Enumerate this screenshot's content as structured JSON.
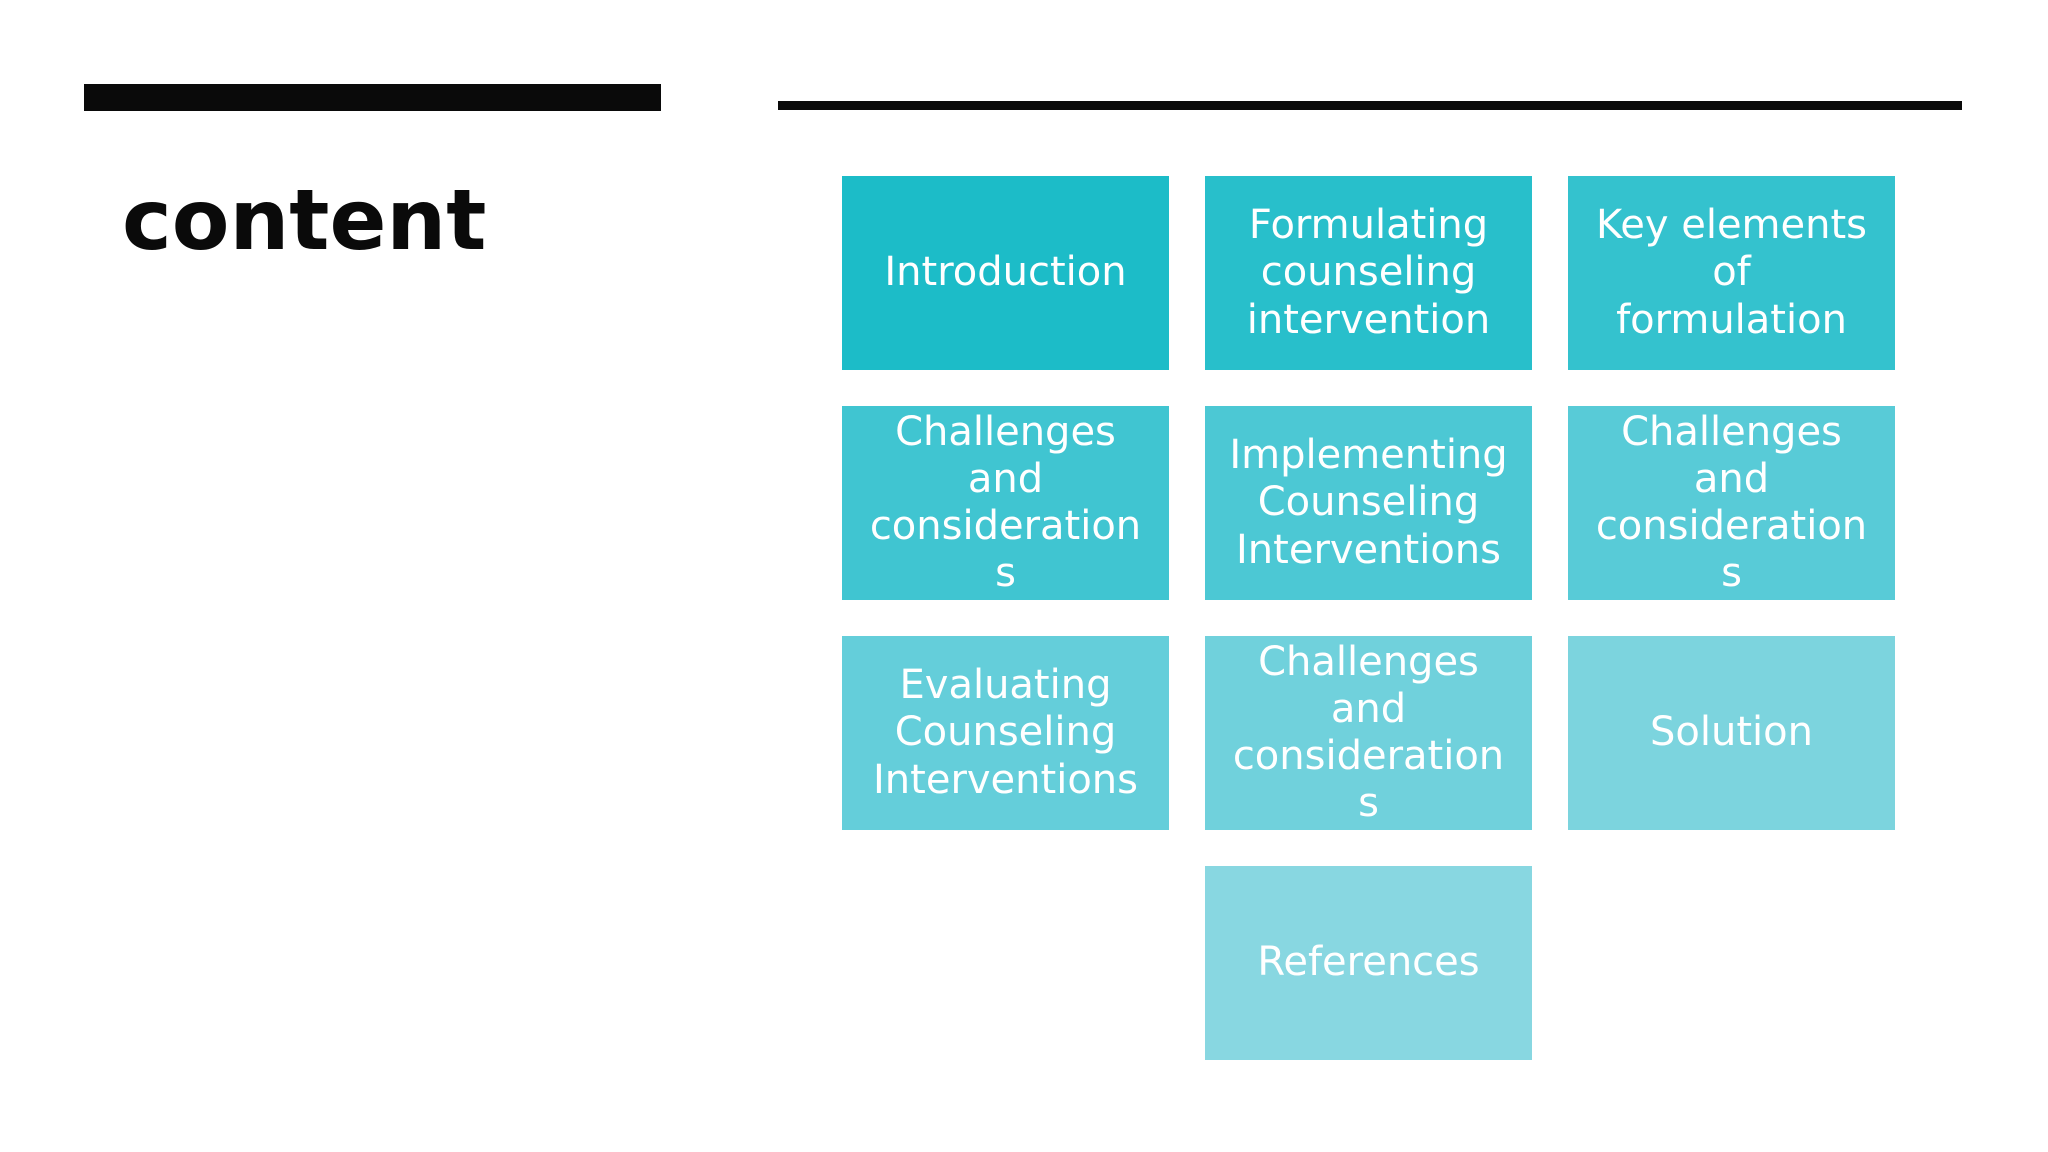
{
  "slide": {
    "title": "content",
    "colors": {
      "background": "#ffffff",
      "accent": "#0a0a0a",
      "box_text": "#ffffff"
    },
    "decor": {
      "accent_bar": "title-underline-bar",
      "header_rule": "horizontal-rule"
    },
    "toc": {
      "boxes": [
        {
          "label": "Introduction",
          "color": "#1CBCC8"
        },
        {
          "label": "Formulating\ncounseling\nintervention",
          "color": "#28BFCB"
        },
        {
          "label": "Key elements\nof\nformulation",
          "color": "#34C2CE"
        },
        {
          "label": "Challenges\nand\nconsideration\ns",
          "color": "#40C5D1"
        },
        {
          "label": "Implementing\nCounseling\nInterventions",
          "color": "#4CC8D4"
        },
        {
          "label": "Challenges\nand\nconsideration\ns",
          "color": "#58CBD7"
        },
        {
          "label": "Evaluating\nCounseling\nInterventions",
          "color": "#64CEDA"
        },
        {
          "label": "Challenges\nand\nconsideration\ns",
          "color": "#70D1DC"
        },
        {
          "label": "Solution",
          "color": "#7CD4DE"
        },
        {
          "label": "References",
          "color": "#88D7E1"
        }
      ]
    }
  }
}
